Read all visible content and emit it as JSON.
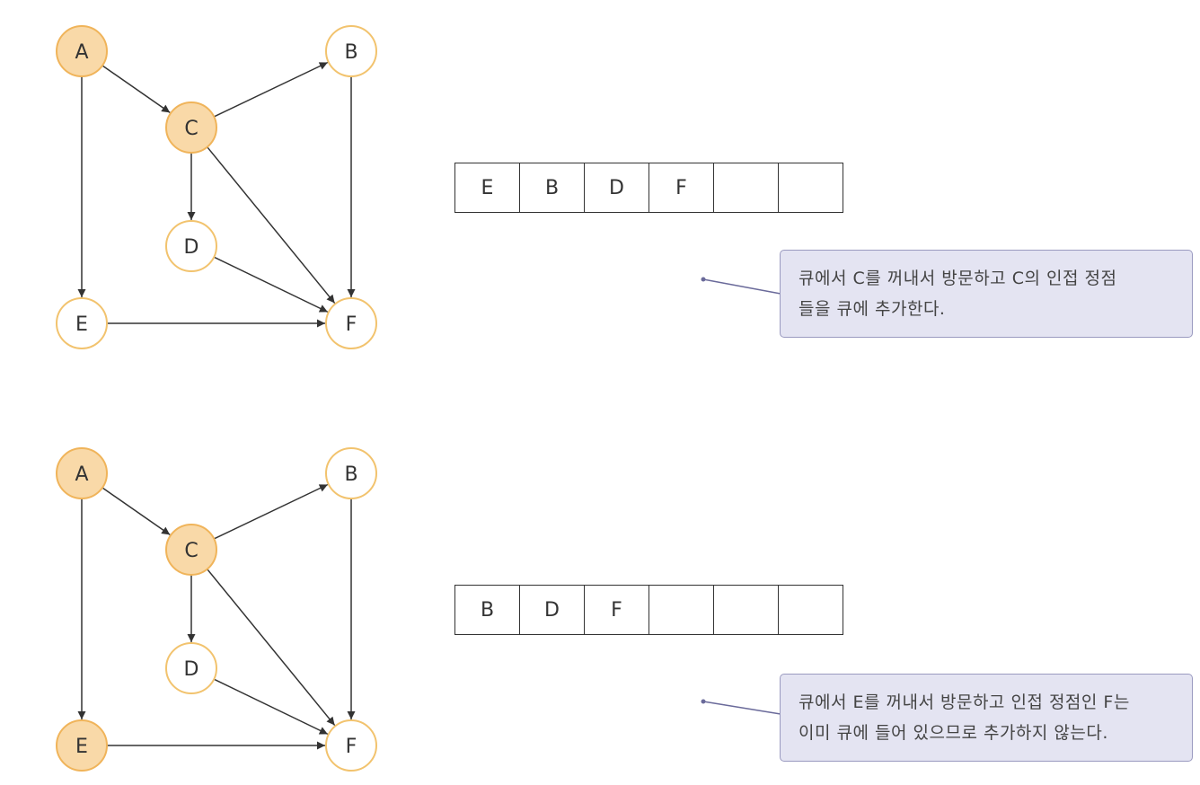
{
  "colors": {
    "visited_fill": "#f9d9a8",
    "visited_border": "#f0b45a",
    "unvisited_fill": "#ffffff",
    "unvisited_border": "#f2c36e",
    "edge": "#333333",
    "callout_bg": "#e4e4f2",
    "callout_border": "#9a9ac0",
    "leader_line": "#6a6a9a"
  },
  "panels": [
    {
      "nodes": [
        {
          "id": "A",
          "label": "A",
          "visited": true
        },
        {
          "id": "B",
          "label": "B",
          "visited": false
        },
        {
          "id": "C",
          "label": "C",
          "visited": true
        },
        {
          "id": "D",
          "label": "D",
          "visited": false
        },
        {
          "id": "E",
          "label": "E",
          "visited": false
        },
        {
          "id": "F",
          "label": "F",
          "visited": false
        }
      ],
      "edges": [
        {
          "from": "A",
          "to": "C"
        },
        {
          "from": "A",
          "to": "E"
        },
        {
          "from": "C",
          "to": "B"
        },
        {
          "from": "C",
          "to": "D"
        },
        {
          "from": "C",
          "to": "F"
        },
        {
          "from": "B",
          "to": "F"
        },
        {
          "from": "D",
          "to": "F"
        },
        {
          "from": "E",
          "to": "F"
        }
      ],
      "queue": [
        "E",
        "B",
        "D",
        "F",
        "",
        ""
      ],
      "callout_lines": [
        "큐에서 C를 꺼내서 방문하고 C의 인접 정점",
        "들을 큐에 추가한다."
      ]
    },
    {
      "nodes": [
        {
          "id": "A",
          "label": "A",
          "visited": true
        },
        {
          "id": "B",
          "label": "B",
          "visited": false
        },
        {
          "id": "C",
          "label": "C",
          "visited": true
        },
        {
          "id": "D",
          "label": "D",
          "visited": false
        },
        {
          "id": "E",
          "label": "E",
          "visited": true
        },
        {
          "id": "F",
          "label": "F",
          "visited": false
        }
      ],
      "edges": [
        {
          "from": "A",
          "to": "C"
        },
        {
          "from": "A",
          "to": "E"
        },
        {
          "from": "C",
          "to": "B"
        },
        {
          "from": "C",
          "to": "D"
        },
        {
          "from": "C",
          "to": "F"
        },
        {
          "from": "B",
          "to": "F"
        },
        {
          "from": "D",
          "to": "F"
        },
        {
          "from": "E",
          "to": "F"
        }
      ],
      "queue": [
        "B",
        "D",
        "F",
        "",
        "",
        ""
      ],
      "callout_lines": [
        "큐에서 E를 꺼내서 방문하고 인접 정점인 F는",
        "이미 큐에 들어 있으므로 추가하지 않는다."
      ]
    }
  ]
}
